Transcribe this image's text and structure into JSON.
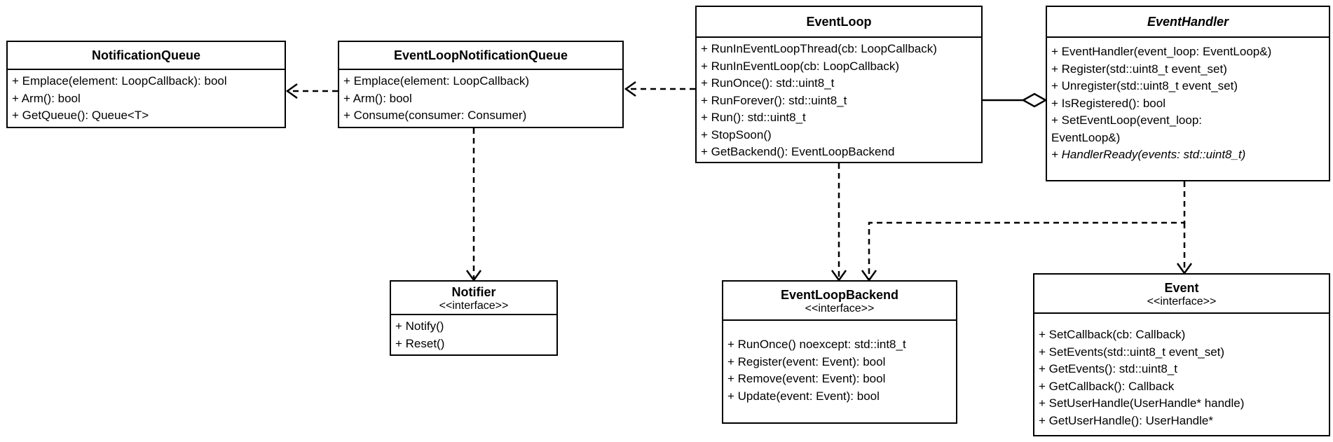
{
  "classes": {
    "notification_queue": {
      "title": "NotificationQueue",
      "methods": [
        "+ Emplace(element: LoopCallback): bool",
        "+ Arm(): bool",
        "+ GetQueue(): Queue<T>"
      ]
    },
    "event_loop_notification_queue": {
      "title": "EventLoopNotificationQueue",
      "methods": [
        "+ Emplace(element: LoopCallback)",
        "+ Arm(): bool",
        "+ Consume(consumer: Consumer)"
      ]
    },
    "event_loop": {
      "title": "EventLoop",
      "methods": [
        "+ RunInEventLoopThread(cb: LoopCallback)",
        "+ RunInEventLoop(cb: LoopCallback)",
        "+ RunOnce(): std::uint8_t",
        "+ RunForever(): std::uint8_t",
        "+ Run(): std::uint8_t",
        "+ StopSoon()",
        "+ GetBackend(): EventLoopBackend"
      ]
    },
    "event_handler": {
      "title": "EventHandler",
      "methods": [
        "+ EventHandler(event_loop: EventLoop&)",
        "+ Register(std::uint8_t event_set)",
        "+ Unregister(std::uint8_t event_set)",
        "+ IsRegistered(): bool",
        "+ SetEventLoop(event_loop: EventLoop&)",
        "+ HandlerReady(events: std::uint8_t)"
      ]
    },
    "notifier": {
      "title": "Notifier",
      "stereotype": "<<interface>>",
      "methods": [
        "+ Notify()",
        "+ Reset()"
      ]
    },
    "event_loop_backend": {
      "title": "EventLoopBackend",
      "stereotype": "<<interface>>",
      "methods": [
        "+ RunOnce() noexcept: std::int8_t",
        "+ Register(event: Event): bool",
        "+ Remove(event: Event): bool",
        "+ Update(event: Event): bool"
      ]
    },
    "event": {
      "title": "Event",
      "stereotype": "<<interface>>",
      "methods": [
        "+ SetCallback(cb: Callback)",
        "+ SetEvents(std::uint8_t event_set)",
        "+ GetEvents(): std::uint8_t",
        "+ GetCallback(): Callback",
        "+ SetUserHandle(UserHandle* handle)",
        "+ GetUserHandle(): UserHandle*"
      ]
    }
  }
}
